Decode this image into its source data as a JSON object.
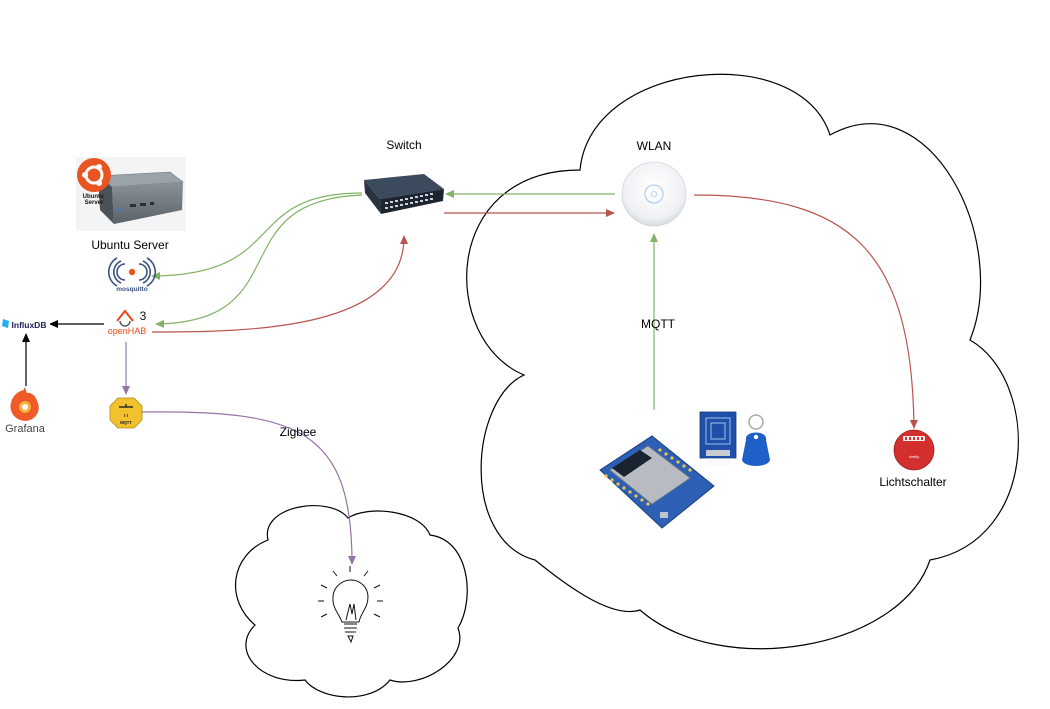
{
  "labels": {
    "ubuntu_server": "Ubuntu Server",
    "ubuntu_logo_text": "Ubuntu\nServer",
    "switch": "Switch",
    "wlan": "WLAN",
    "mqtt": "MQTT",
    "zigbee": "Zigbee",
    "lichtschalter": "Lichtschalter",
    "grafana": "Grafana",
    "influxdb": "InfluxDB",
    "mosquitto": "mosquitto",
    "openhab": "openHAB",
    "openhab_version": "3",
    "zigbee2mqtt_badge": "MQTT"
  },
  "colors": {
    "green": "#82b366",
    "red": "#b85450",
    "purple": "#9673a6",
    "black": "#000000",
    "ubuntu_orange": "#e95420",
    "openhab_orange": "#e64a19",
    "mosquitto_purple": "#3c5280",
    "grafana_orange": "#f05a28",
    "influx_blue": "#22adf6",
    "shelly_red": "#d32f2f",
    "zigbee_yellow": "#f2c12e",
    "esp_blue": "#2d5fb5",
    "rfid_blue": "#1f4fa8"
  }
}
